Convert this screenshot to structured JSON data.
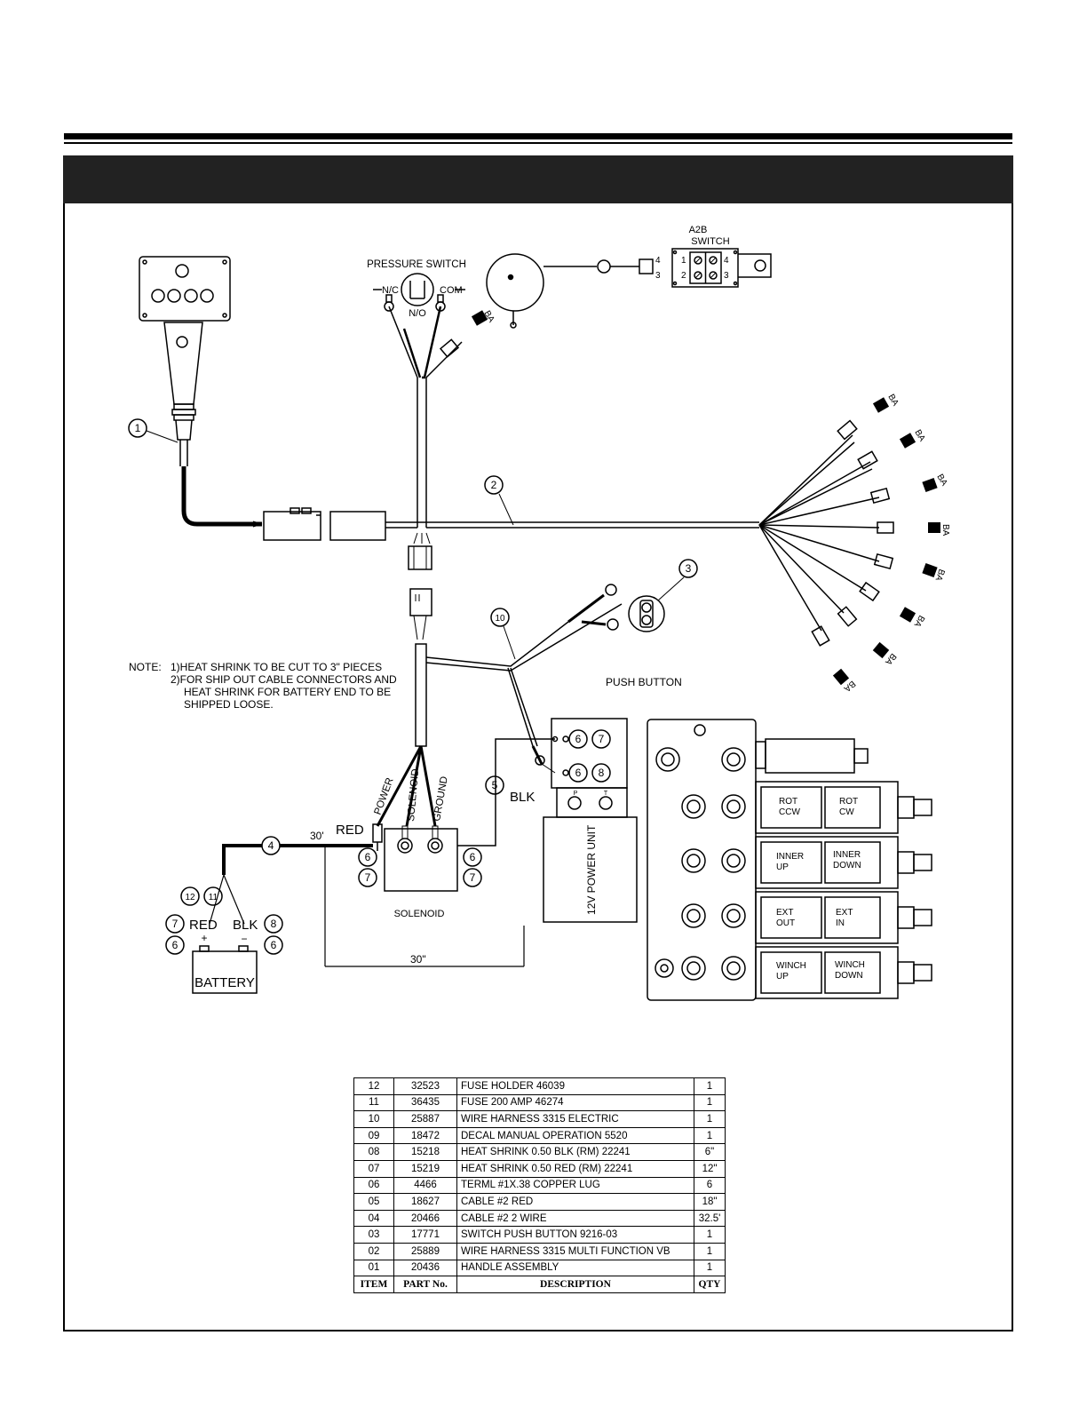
{
  "labels": {
    "a2b_switch_line1": "A2B",
    "a2b_switch_line2": "SWITCH",
    "pressure_switch": "PRESSURE SWITCH",
    "nc": "N/C",
    "no": "N/O",
    "com": "COM",
    "ba": "BA",
    "push_button": "PUSH BUTTON",
    "red": "RED",
    "blk": "BLK",
    "power": "POWER",
    "solenoid_wire": "SOLENOID",
    "ground": "GROUND",
    "solenoid": "SOLENOID",
    "battery": "BATTERY",
    "plus": "+",
    "minus": "−",
    "power_unit": "12V POWER UNIT",
    "len_30_ft": "30'",
    "len_30_in": "30\"",
    "pin_1": "1",
    "pin_2": "2",
    "pin_3": "3",
    "pin_4": "4",
    "term_p": "P",
    "term_t": "T"
  },
  "balloons": {
    "b1": "1",
    "b2": "2",
    "b3": "3",
    "b4": "4",
    "b5": "5",
    "b6": "6",
    "b7": "7",
    "b8": "8",
    "b10": "10",
    "b11": "11",
    "b12": "12"
  },
  "valve_labels": [
    {
      "a": "ROT",
      "b": "CCW"
    },
    {
      "a": "ROT",
      "b": "CW"
    },
    {
      "a": "INNER",
      "b": "UP"
    },
    {
      "a": "INNER",
      "b": "DOWN"
    },
    {
      "a": "EXT",
      "b": "OUT"
    },
    {
      "a": "EXT",
      "b": "IN"
    },
    {
      "a": "WINCH",
      "b": "UP"
    },
    {
      "a": "WINCH",
      "b": "DOWN"
    }
  ],
  "note": {
    "label": "NOTE:",
    "lines": [
      "1)HEAT SHRINK TO BE CUT TO 3\" PIECES",
      "2)FOR SHIP OUT CABLE CONNECTORS AND",
      "HEAT SHRINK FOR BATTERY END TO BE",
      "SHIPPED LOOSE."
    ]
  },
  "parts_table": {
    "header": {
      "item": "ITEM",
      "part": "PART No.",
      "desc": "DESCRIPTION",
      "qty": "QTY"
    },
    "rows": [
      {
        "item": "12",
        "part": "32523",
        "desc": "FUSE HOLDER 46039",
        "qty": "1"
      },
      {
        "item": "11",
        "part": "36435",
        "desc": "FUSE 200 AMP 46274",
        "qty": "1"
      },
      {
        "item": "10",
        "part": "25887",
        "desc": "WIRE HARNESS 3315 ELECTRIC",
        "qty": "1"
      },
      {
        "item": "09",
        "part": "18472",
        "desc": "DECAL MANUAL OPERATION 5520",
        "qty": "1"
      },
      {
        "item": "08",
        "part": "15218",
        "desc": "HEAT SHRINK 0.50 BLK (RM) 22241",
        "qty": "6\""
      },
      {
        "item": "07",
        "part": "15219",
        "desc": "HEAT SHRINK 0.50 RED (RM) 22241",
        "qty": "12\""
      },
      {
        "item": "06",
        "part": "4466",
        "desc": "TERML #1X.38 COPPER LUG",
        "qty": "6"
      },
      {
        "item": "05",
        "part": "18627",
        "desc": "CABLE #2 RED",
        "qty": "18\""
      },
      {
        "item": "04",
        "part": "20466",
        "desc": "CABLE #2 2 WIRE",
        "qty": "32.5'"
      },
      {
        "item": "03",
        "part": "17771",
        "desc": "SWITCH PUSH BUTTON 9216-03",
        "qty": "1"
      },
      {
        "item": "02",
        "part": "25889",
        "desc": "WIRE HARNESS 3315 MULTI FUNCTION VB",
        "qty": "1"
      },
      {
        "item": "01",
        "part": "20436",
        "desc": "HANDLE ASSEMBLY",
        "qty": "1"
      }
    ]
  }
}
